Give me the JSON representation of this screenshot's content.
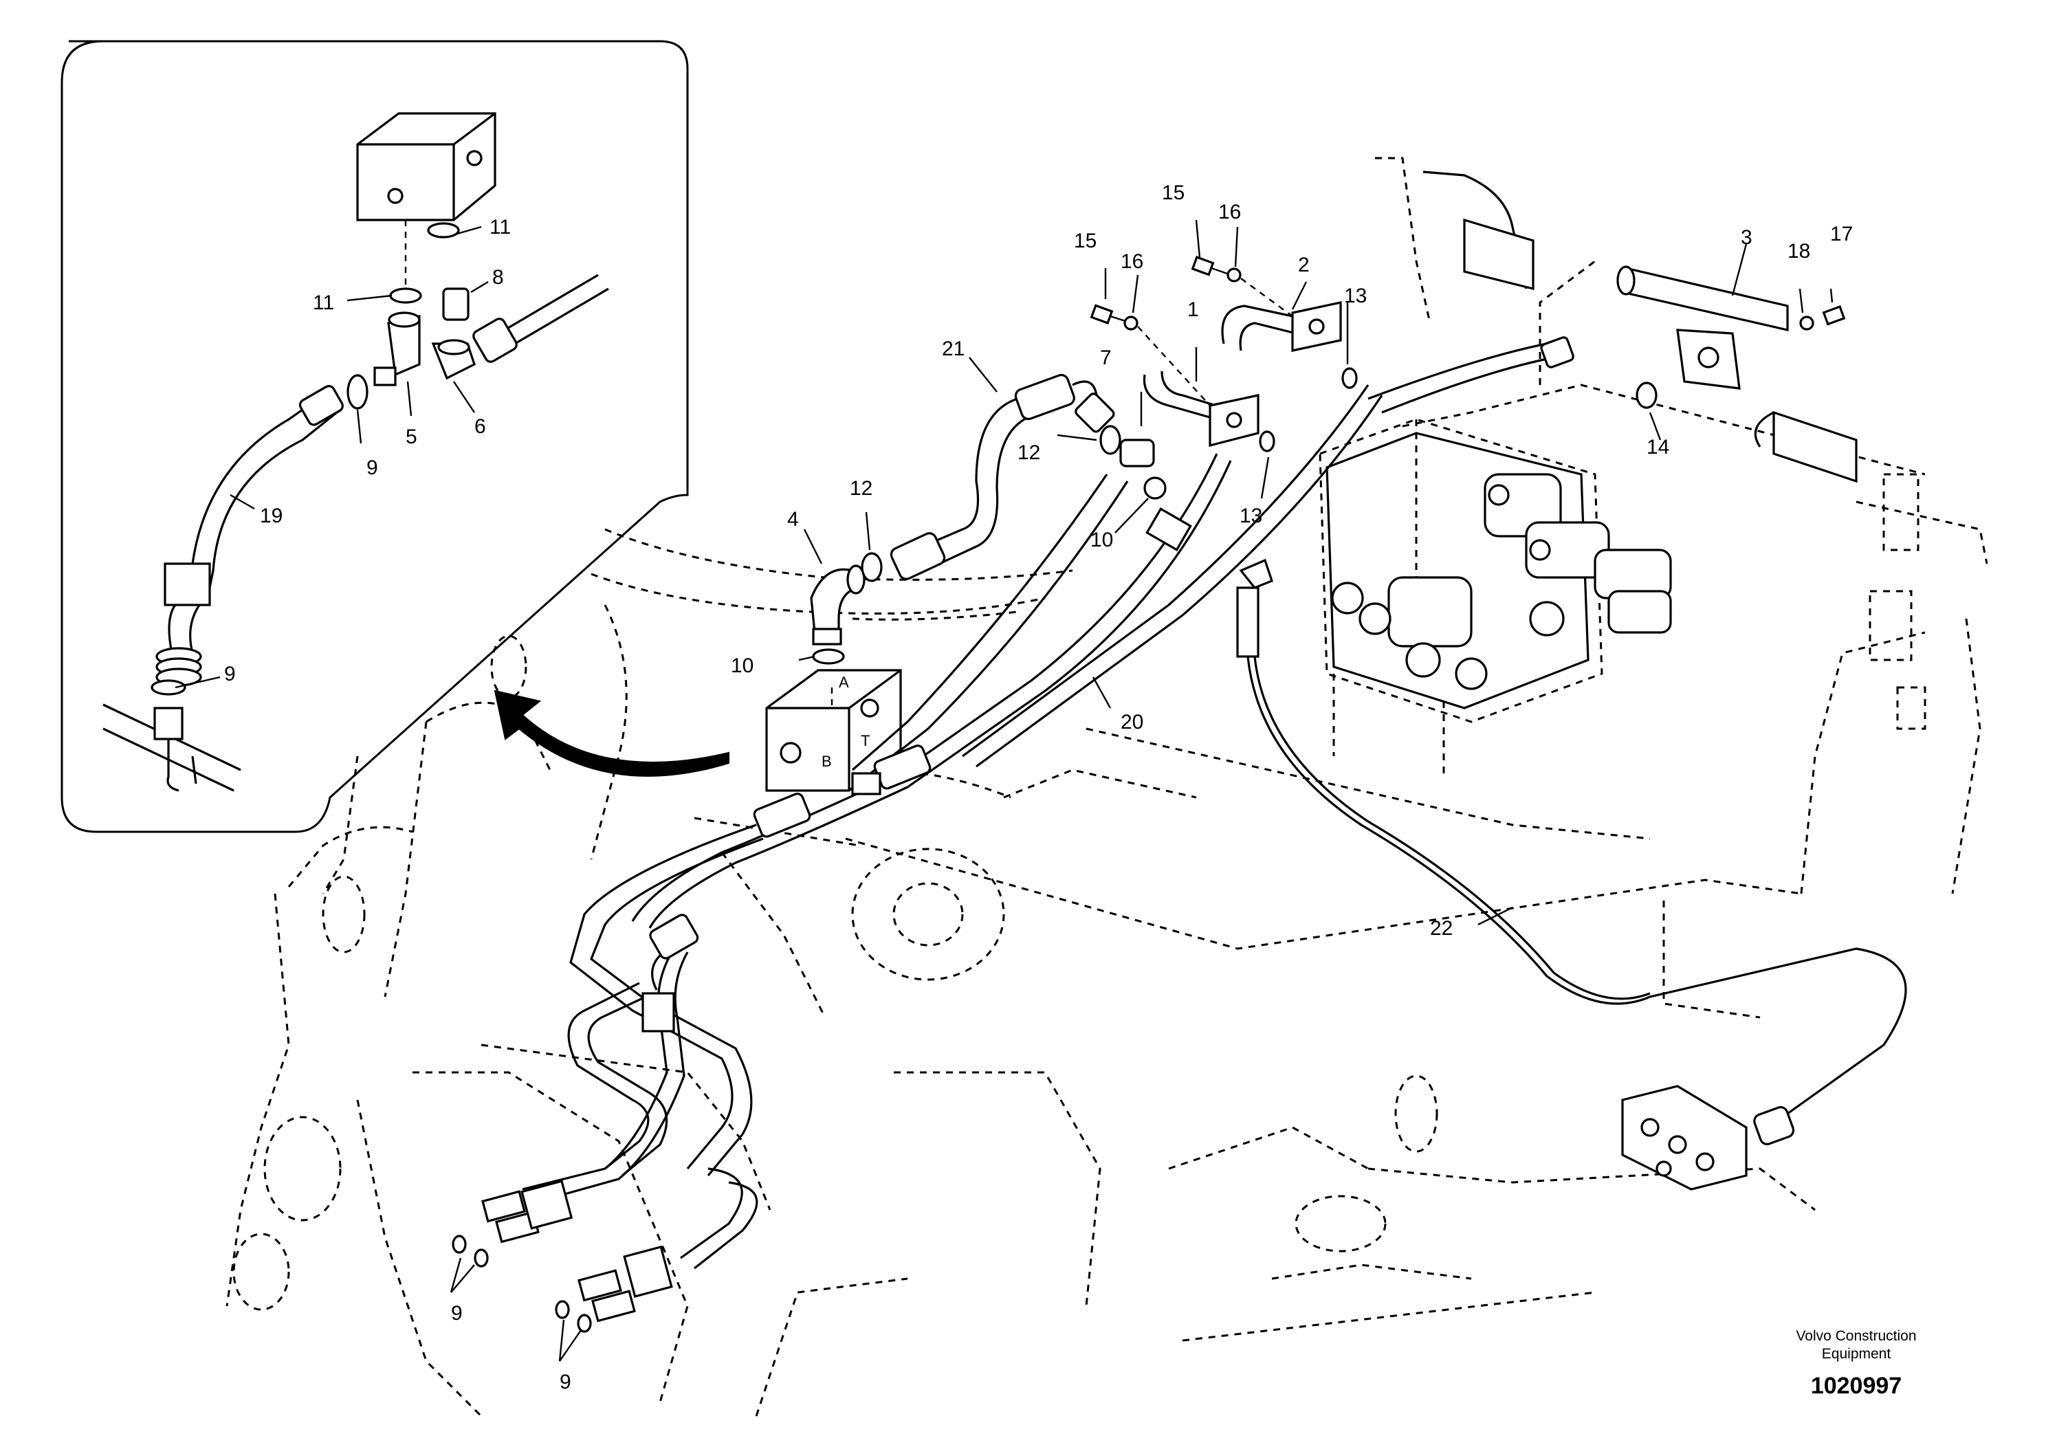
{
  "callouts": {
    "c1": "1",
    "c2": "2",
    "c3": "3",
    "c4": "4",
    "c5": "5",
    "c6": "6",
    "c7": "7",
    "c8": "8",
    "c9_inset_a": "9",
    "c9_inset_b": "9",
    "c9_main_a": "9",
    "c9_main_b": "9",
    "c10_a": "10",
    "c10_b": "10",
    "c11_a": "11",
    "c11_b": "11",
    "c12_a": "12",
    "c12_b": "12",
    "c13_a": "13",
    "c13_b": "13",
    "c14": "14",
    "c15_a": "15",
    "c15_b": "15",
    "c16_a": "16",
    "c16_b": "16",
    "c17": "17",
    "c18": "18",
    "c19": "19",
    "c20": "20",
    "c21": "21",
    "c22": "22"
  },
  "port_labels": {
    "a": "A",
    "b": "B",
    "t": "T"
  },
  "brand": {
    "line1": "Volvo Construction",
    "line2": "Equipment"
  },
  "drawing_code": "1020997"
}
